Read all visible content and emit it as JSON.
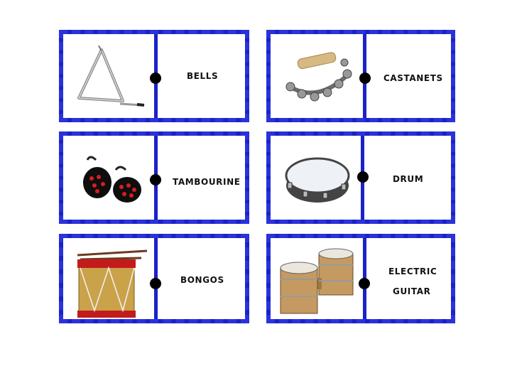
{
  "cards": [
    {
      "picture": "triangle-icon",
      "word": "BELLS"
    },
    {
      "picture": "tambourine-icon",
      "word": "CASTANETS"
    },
    {
      "picture": "castanets-icon",
      "word": "TAMBOURINE"
    },
    {
      "picture": "frame-drum-icon",
      "word": "DRUM"
    },
    {
      "picture": "snare-drum-icon",
      "word": "BONGOS"
    },
    {
      "picture": "bongos-icon",
      "word_line1": "ELECTRIC",
      "word_line2": "GUITAR"
    }
  ],
  "colors": {
    "border": "#1a22c8",
    "dot": "#000000"
  }
}
